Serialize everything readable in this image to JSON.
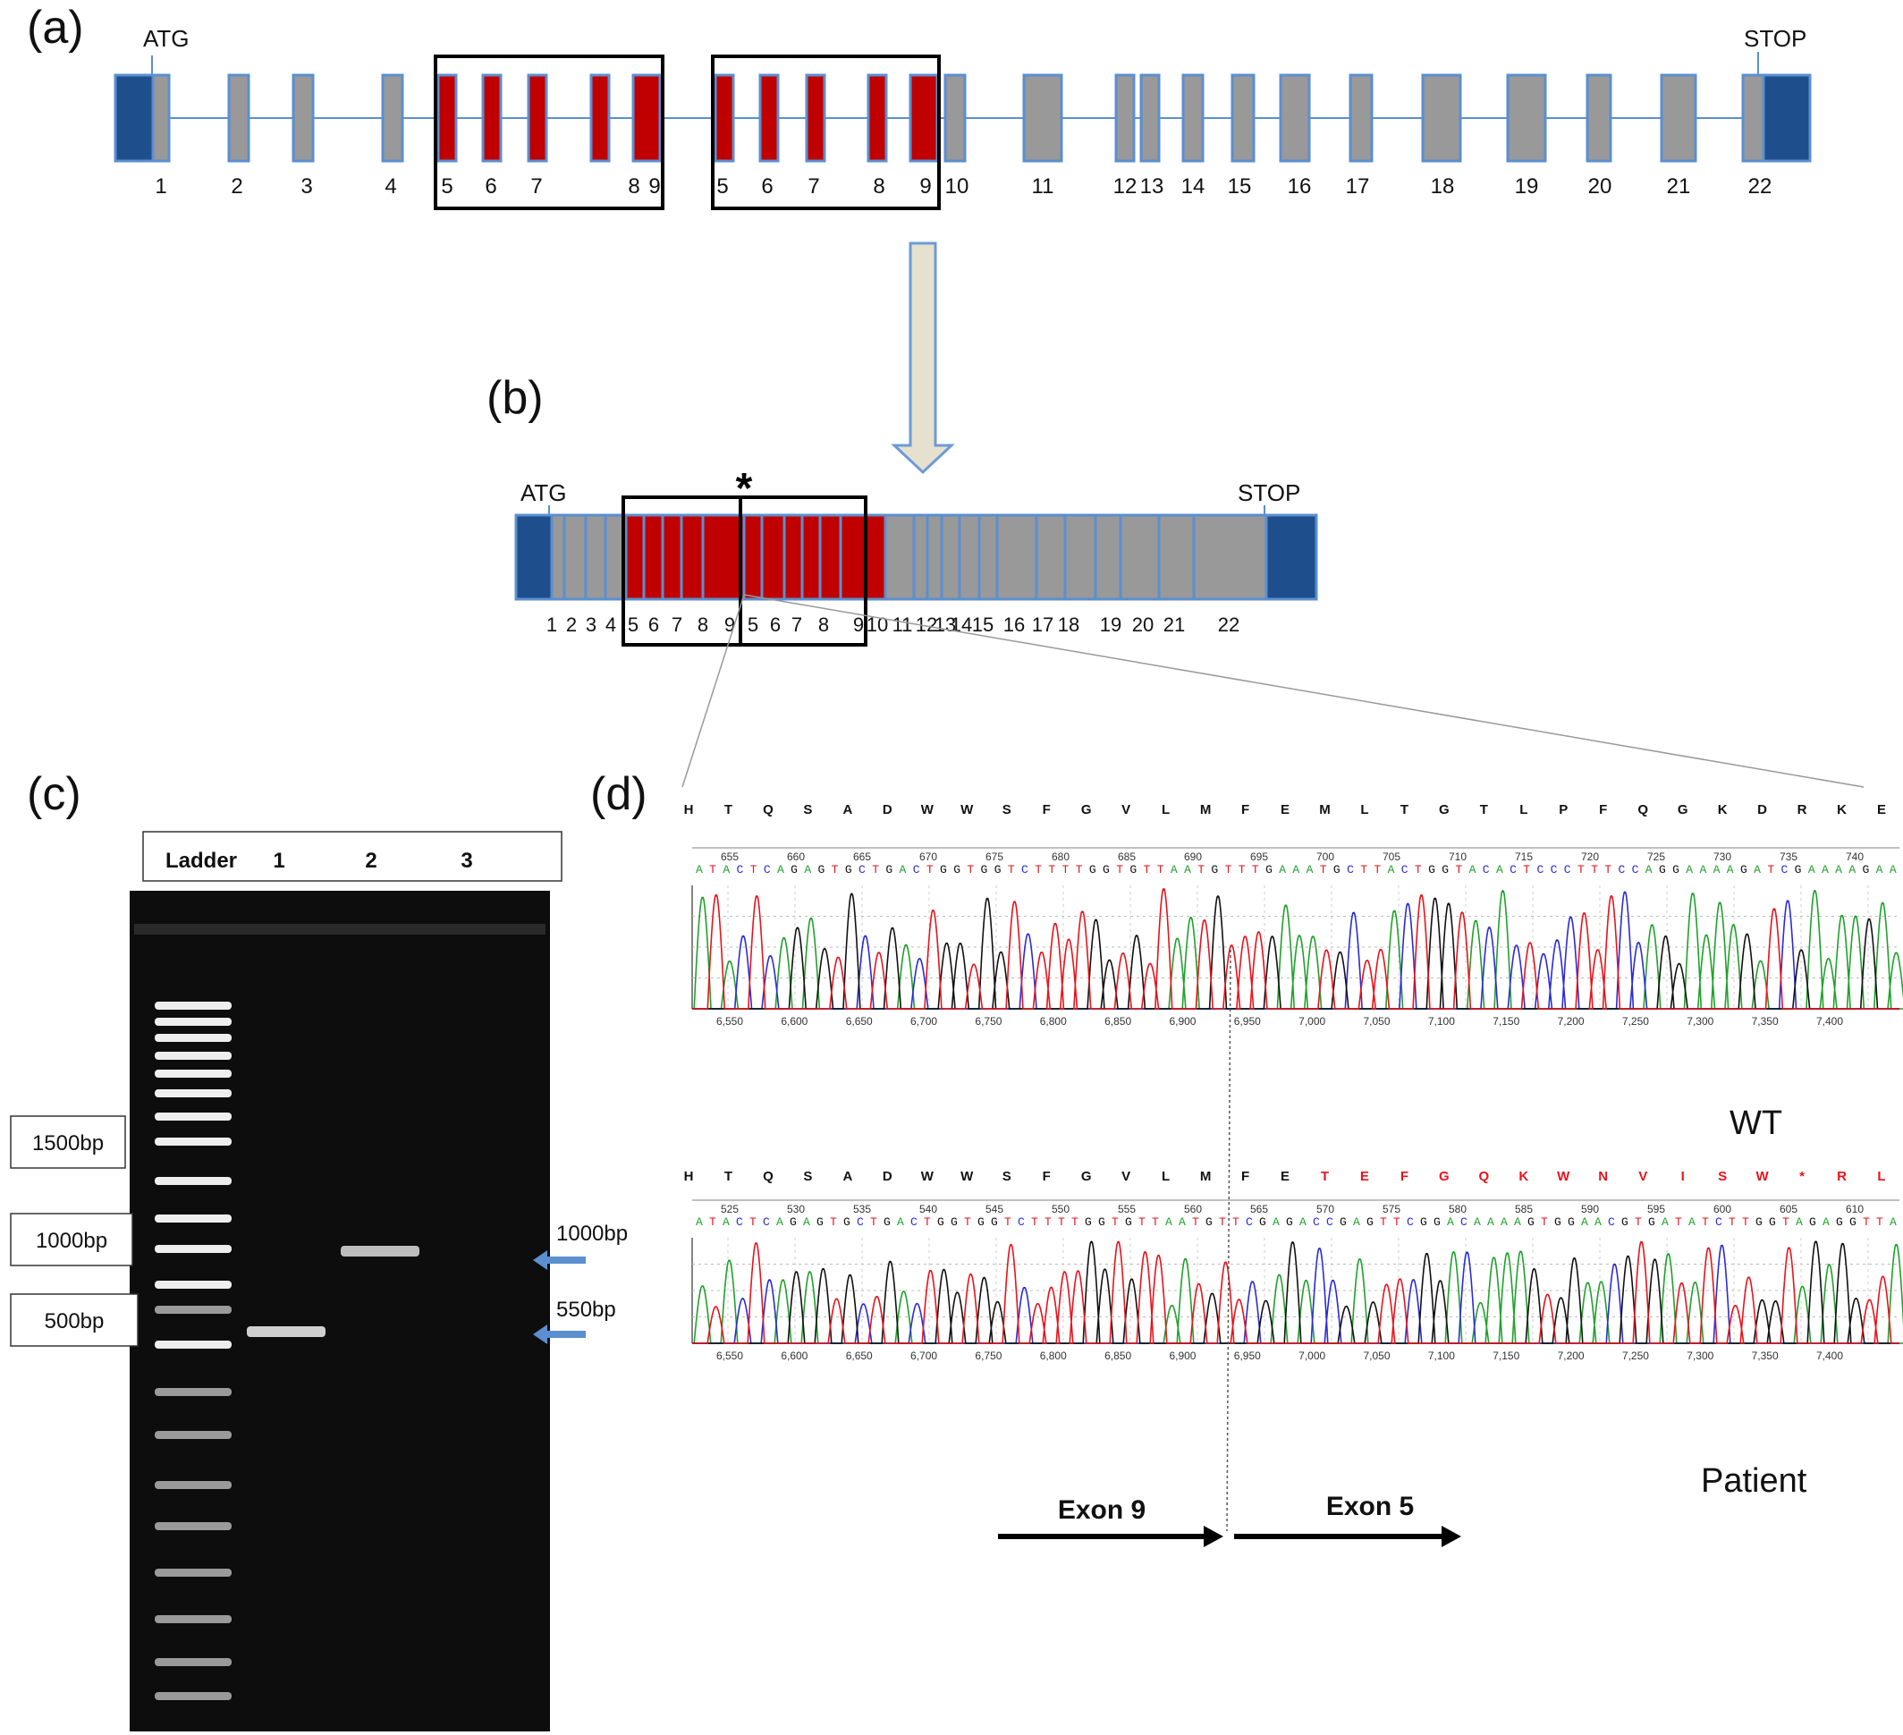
{
  "panels": {
    "a": {
      "label": "(a)",
      "start_codon": "ATG",
      "stop_codon": "STOP",
      "exon_numbers": [
        "1",
        "2",
        "3",
        "4",
        "5",
        "6",
        "7",
        "8",
        "9",
        "5",
        "6",
        "7",
        "8",
        "9",
        "10",
        "11",
        "12",
        "13",
        "14",
        "15",
        "16",
        "17",
        "18",
        "19",
        "20",
        "21",
        "22"
      ]
    },
    "b": {
      "label": "(b)",
      "start_codon": "ATG",
      "stop_codon": "STOP",
      "junction_mark": "*",
      "exon_numbers": [
        "1",
        "2",
        "3",
        "4",
        "5",
        "6",
        "7",
        "8",
        "9",
        "5",
        "6",
        "7",
        "8",
        "9",
        "10",
        "11",
        "12",
        "13",
        "14",
        "15",
        "16",
        "17",
        "18",
        "19",
        "20",
        "21",
        "22"
      ]
    },
    "c": {
      "label": "(c)",
      "lane_labels": [
        "Ladder",
        "1",
        "2",
        "3"
      ],
      "ladder_markers": [
        "1500bp",
        "1000bp",
        "500bp"
      ],
      "band_sizes": [
        "1000bp",
        "550bp"
      ]
    },
    "d": {
      "label": "(d)",
      "wt_aa": [
        "H",
        "T",
        "Q",
        "S",
        "A",
        "D",
        "W",
        "W",
        "S",
        "F",
        "G",
        "V",
        "L",
        "M",
        "F",
        "E",
        "M",
        "L",
        "T",
        "G",
        "T",
        "L",
        "P",
        "F",
        "Q",
        "G",
        "K",
        "D",
        "R",
        "K",
        "E"
      ],
      "wt_pos": [
        "655",
        "660",
        "665",
        "670",
        "675",
        "680",
        "685",
        "690",
        "695",
        "700",
        "705",
        "710",
        "715",
        "720",
        "725",
        "730",
        "735",
        "740"
      ],
      "wt_seq": "ATACTCAGAGTGCTGACTGGTGGTCTTTTGGTGTTAATGTTTGAAATGCTTACTGGTACACTCCCTTTCCAGGAAAAGATCGAAAAGAA",
      "patient_aa": [
        "H",
        "T",
        "Q",
        "S",
        "A",
        "D",
        "W",
        "W",
        "S",
        "F",
        "G",
        "V",
        "L",
        "M",
        "F",
        "E",
        "T",
        "E",
        "F",
        "G",
        "Q",
        "K",
        "W",
        "N",
        "V",
        "I",
        "S",
        "W",
        "*",
        "R",
        "L"
      ],
      "patient_pos": [
        "525",
        "530",
        "535",
        "540",
        "545",
        "550",
        "555",
        "560",
        "565",
        "570",
        "575",
        "580",
        "585",
        "590",
        "595",
        "600",
        "605",
        "610"
      ],
      "patient_seq": "ATACTCAGAGTGCTGACTGGTGGTCTTTTGGTGTTAATGTTCGAGACCGAGTTCGGACAAAAGTGGAACGTGATATCTTGGTAGAGGTTA",
      "trace_axis": [
        "6,550",
        "6,600",
        "6,650",
        "6,700",
        "6,750",
        "6,800",
        "6,850",
        "6,900",
        "6,950",
        "7,000",
        "7,050",
        "7,100",
        "7,150",
        "7,200",
        "7,250",
        "7,300",
        "7,350",
        "7,400"
      ],
      "wt_label": "WT",
      "patient_label": "Patient",
      "exon_left": "Exon 9",
      "exon_right": "Exon 5",
      "mutant_aa_color": "#e8131b"
    }
  },
  "colors": {
    "utr": "#1f4e8c",
    "duplicated_exon": "#c00000",
    "exon": "#999999",
    "exon_border": "#5b8fd0",
    "arrow_fill": "#e6e0cf",
    "arrow_stroke": "#6b9bd6",
    "gel": "#0d0d0d",
    "base_A": "#1fa12b",
    "base_C": "#2b2bd6",
    "base_G": "#111111",
    "base_T": "#e8131b"
  }
}
